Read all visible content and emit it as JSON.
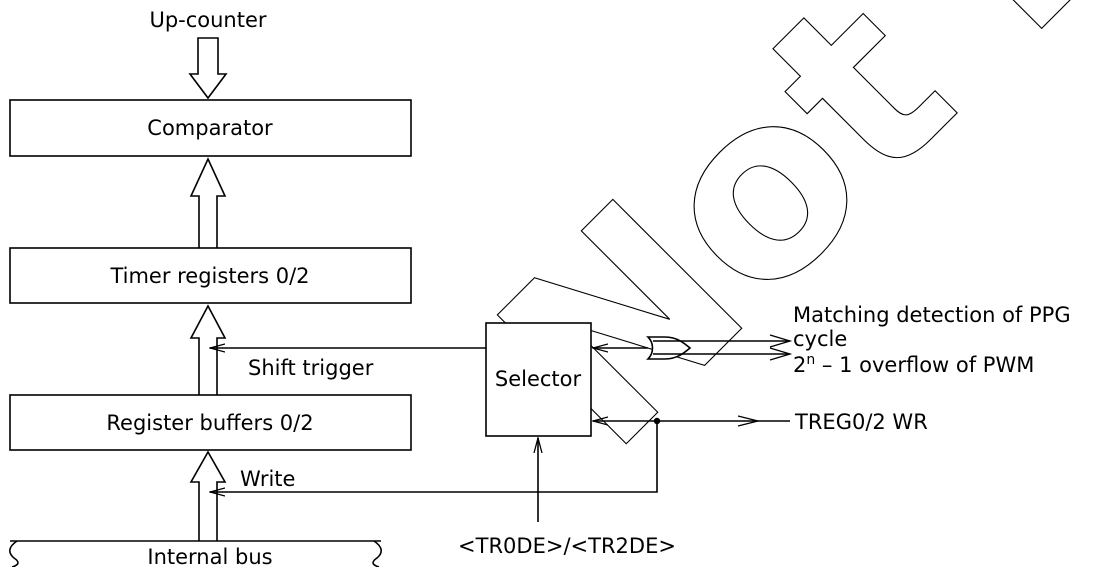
{
  "diagram": {
    "up_counter_label": "Up-counter",
    "comparator_label": "Comparator",
    "timer_registers_label": "Timer registers 0/2",
    "register_buffers_label": "Register buffers 0/2",
    "internal_bus_label": "Internal bus",
    "selector_label": "Selector",
    "shift_trigger_label": "Shift trigger",
    "write_label": "Write",
    "matching_line1": "Matching detection of PPG",
    "matching_line2": "cycle",
    "overflow_base": "2",
    "overflow_exp": "n",
    "overflow_rest": " – 1 overflow of PWM",
    "treg_label": "TREG0/2 WR",
    "trde_label": "<TR0DE>/<TR2DE>",
    "watermark": "Not Recommended for New Design"
  }
}
